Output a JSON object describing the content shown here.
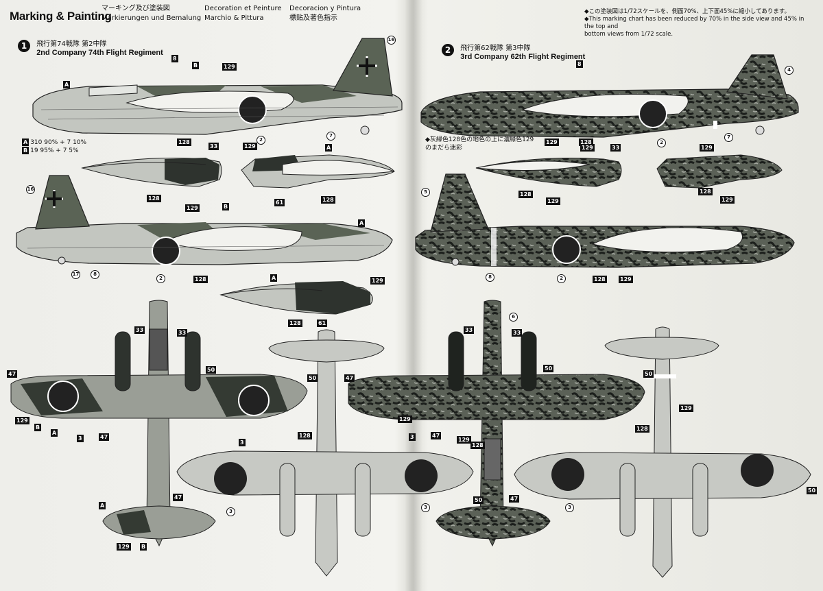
{
  "header": {
    "title": "Marking & Painting",
    "col1": [
      "マーキング及び塗装図",
      "Markierungen und Bemalung"
    ],
    "col2": [
      "Decoration et Peinture",
      "Marchio & Pittura"
    ],
    "col3": [
      "Decoracion y Pintura",
      "標贴及著色指示"
    ],
    "scale_note": [
      "◆この塗装図は1/72スケールを、側面70%、上下面45%に縮小してあります。",
      "◆This marking chart has been reduced by 70% in the side view and 45% in the top and",
      "bottom views from 1/72 scale."
    ]
  },
  "scheme1": {
    "number": "1",
    "jp": "飛行第74戦隊 第2中隊",
    "en": "2nd Company 74th Flight Regiment"
  },
  "scheme2": {
    "number": "2",
    "jp": "飛行第62戦隊 第3中隊",
    "en": "3rd Company 62th Flight Regiment"
  },
  "mix_legend": [
    {
      "letter": "A",
      "text": "310 90% + 7 10%"
    },
    {
      "letter": "B",
      "text": "19 95% + 7 5%"
    }
  ],
  "scheme2_note": [
    "◆灰緑色128色の地色の上に濃緑色129",
    "のまだら迷彩"
  ],
  "colors": {
    "dark_green": "#2a2f2a",
    "mid_green": "#55604f",
    "light_grey": "#c7c9c4",
    "hinomaru": "#222222",
    "paper": "#efefea"
  },
  "callouts": [
    {
      "key": "c1",
      "label": "8",
      "style": "box"
    },
    {
      "key": "c2",
      "label": "B",
      "style": "box"
    },
    {
      "key": "c3",
      "label": "129",
      "style": "box"
    },
    {
      "key": "c4",
      "label": "A",
      "style": "box"
    },
    {
      "key": "c5",
      "label": "16",
      "style": "circ"
    },
    {
      "key": "c6",
      "label": "128",
      "style": "box"
    },
    {
      "key": "c7",
      "label": "2",
      "style": "circ"
    },
    {
      "key": "c8",
      "label": "7",
      "style": "circ"
    },
    {
      "key": "c9",
      "label": "33",
      "style": "box"
    },
    {
      "key": "c10",
      "label": "129",
      "style": "box"
    },
    {
      "key": "c11",
      "label": "A",
      "style": "box"
    },
    {
      "key": "c12",
      "label": "128",
      "style": "box"
    },
    {
      "key": "c13",
      "label": "61",
      "style": "box"
    },
    {
      "key": "c14",
      "label": "128",
      "style": "box"
    },
    {
      "key": "c15",
      "label": "16",
      "style": "circ"
    },
    {
      "key": "c16",
      "label": "129",
      "style": "box"
    },
    {
      "key": "c17",
      "label": "B",
      "style": "box"
    },
    {
      "key": "c18",
      "label": "A",
      "style": "box"
    },
    {
      "key": "c19",
      "label": "17",
      "style": "circ"
    },
    {
      "key": "c20",
      "label": "8",
      "style": "circ"
    },
    {
      "key": "c21",
      "label": "2",
      "style": "circ"
    },
    {
      "key": "c22",
      "label": "128",
      "style": "box"
    },
    {
      "key": "c23",
      "label": "A",
      "style": "box"
    },
    {
      "key": "c24",
      "label": "129",
      "style": "box"
    },
    {
      "key": "c25",
      "label": "128",
      "style": "box"
    },
    {
      "key": "c26",
      "label": "61",
      "style": "box"
    },
    {
      "key": "c27",
      "label": "8",
      "style": "box"
    },
    {
      "key": "c28",
      "label": "4",
      "style": "circ"
    },
    {
      "key": "c29",
      "label": "129",
      "style": "box"
    },
    {
      "key": "c30",
      "label": "128",
      "style": "box"
    },
    {
      "key": "c31",
      "label": "2",
      "style": "circ"
    },
    {
      "key": "c32",
      "label": "7",
      "style": "circ"
    },
    {
      "key": "c33",
      "label": "129",
      "style": "box"
    },
    {
      "key": "c34",
      "label": "33",
      "style": "box"
    },
    {
      "key": "c35",
      "label": "129",
      "style": "box"
    },
    {
      "key": "c36",
      "label": "128",
      "style": "box"
    },
    {
      "key": "c37",
      "label": "129",
      "style": "box"
    },
    {
      "key": "c38",
      "label": "128",
      "style": "box"
    },
    {
      "key": "c39",
      "label": "129",
      "style": "box"
    },
    {
      "key": "c40",
      "label": "5",
      "style": "circ"
    },
    {
      "key": "c41",
      "label": "8",
      "style": "circ"
    },
    {
      "key": "c42",
      "label": "2",
      "style": "circ"
    },
    {
      "key": "c43",
      "label": "128",
      "style": "box"
    },
    {
      "key": "c44",
      "label": "129",
      "style": "box"
    },
    {
      "key": "c45",
      "label": "33",
      "style": "box"
    },
    {
      "key": "c46",
      "label": "33",
      "style": "box"
    },
    {
      "key": "c47",
      "label": "47",
      "style": "box"
    },
    {
      "key": "c48",
      "label": "129",
      "style": "box"
    },
    {
      "key": "c49",
      "label": "B",
      "style": "box"
    },
    {
      "key": "c50",
      "label": "A",
      "style": "box"
    },
    {
      "key": "c51",
      "label": "3",
      "style": "box"
    },
    {
      "key": "c52",
      "label": "47",
      "style": "box"
    },
    {
      "key": "c53",
      "label": "3",
      "style": "box"
    },
    {
      "key": "c54",
      "label": "50",
      "style": "box"
    },
    {
      "key": "c55",
      "label": "50",
      "style": "box"
    },
    {
      "key": "c56",
      "label": "128",
      "style": "box"
    },
    {
      "key": "c57",
      "label": "47",
      "style": "box"
    },
    {
      "key": "c58",
      "label": "A",
      "style": "box"
    },
    {
      "key": "c59",
      "label": "129",
      "style": "box"
    },
    {
      "key": "c60",
      "label": "B",
      "style": "box"
    },
    {
      "key": "c61",
      "label": "50",
      "style": "box"
    },
    {
      "key": "c62",
      "label": "3",
      "style": "circ"
    },
    {
      "key": "c63",
      "label": "3",
      "style": "circ"
    },
    {
      "key": "c64",
      "label": "6",
      "style": "circ"
    },
    {
      "key": "c65",
      "label": "33",
      "style": "box"
    },
    {
      "key": "c66",
      "label": "33",
      "style": "box"
    },
    {
      "key": "c67",
      "label": "47",
      "style": "box"
    },
    {
      "key": "c68",
      "label": "50",
      "style": "box"
    },
    {
      "key": "c69",
      "label": "129",
      "style": "box"
    },
    {
      "key": "c70",
      "label": "3",
      "style": "box"
    },
    {
      "key": "c71",
      "label": "47",
      "style": "box"
    },
    {
      "key": "c72",
      "label": "129",
      "style": "box"
    },
    {
      "key": "c73",
      "label": "128",
      "style": "box"
    },
    {
      "key": "c74",
      "label": "47",
      "style": "box"
    },
    {
      "key": "c75",
      "label": "50",
      "style": "box"
    },
    {
      "key": "c76",
      "label": "129",
      "style": "box"
    },
    {
      "key": "c77",
      "label": "128",
      "style": "box"
    },
    {
      "key": "c78",
      "label": "50",
      "style": "box"
    },
    {
      "key": "c79",
      "label": "3",
      "style": "circ"
    }
  ]
}
